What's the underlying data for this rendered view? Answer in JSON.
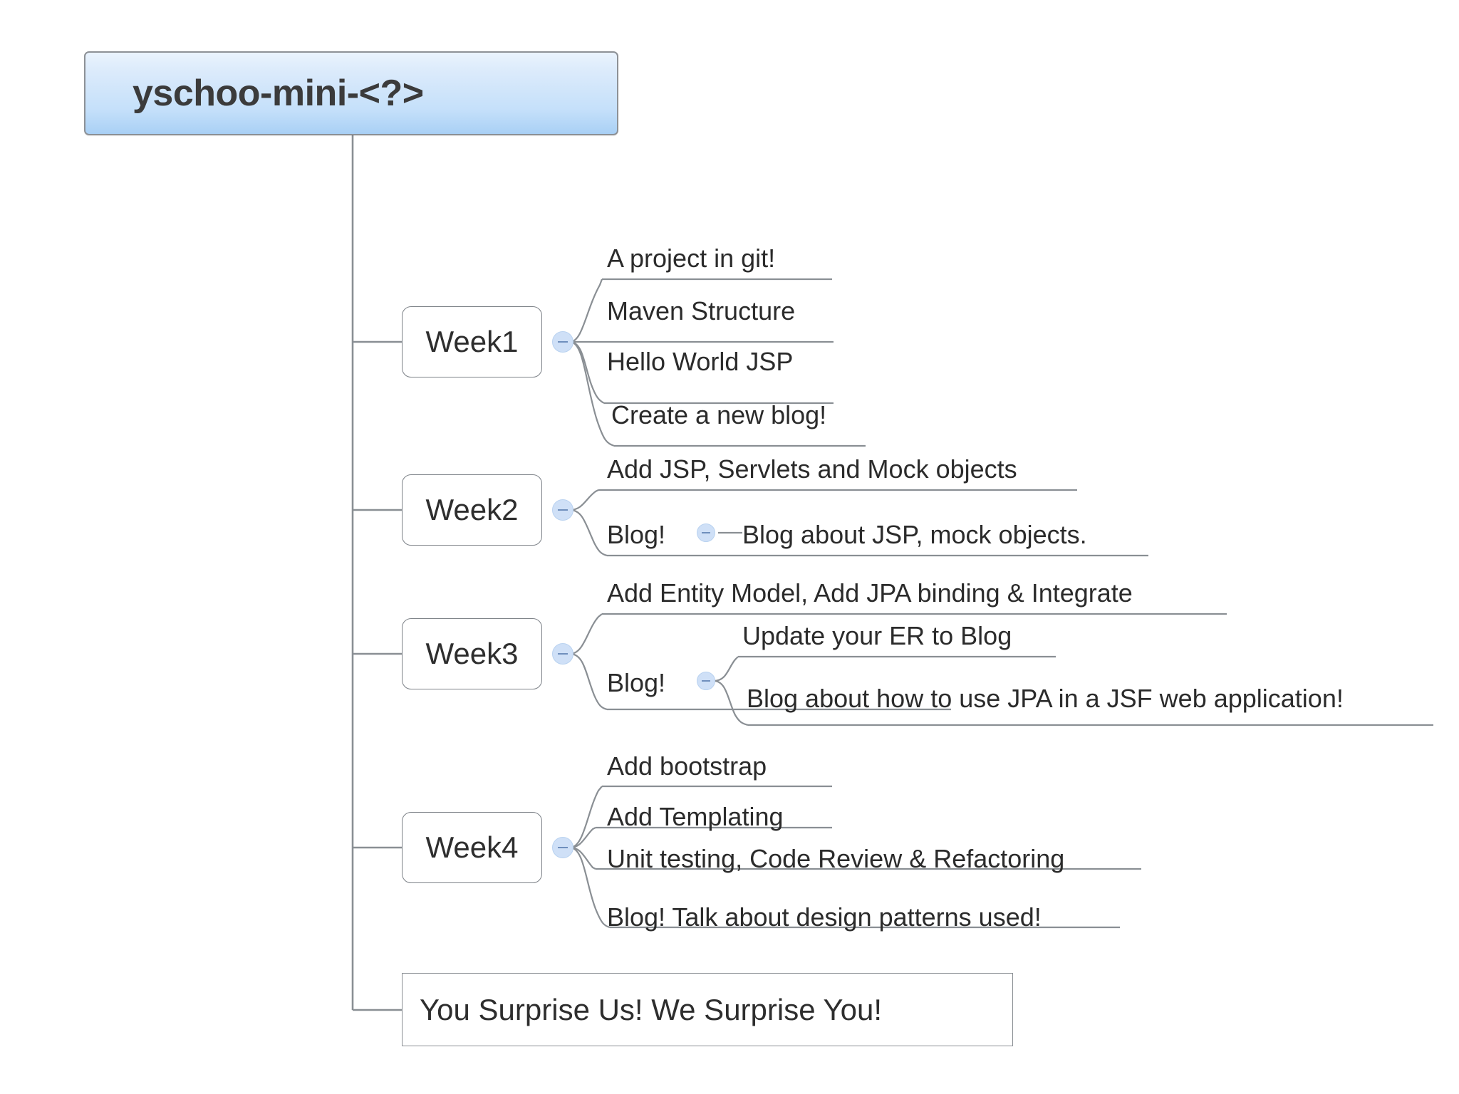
{
  "diagram": {
    "type": "mind-map",
    "title": "yschoo-mini-<?>",
    "root": {
      "label": "yschoo-mini-<?>",
      "shape": "rounded-rectangle",
      "fill": "#c5e0fa",
      "border": "#8d9196",
      "text_color": "#3b3b3b"
    },
    "branches": [
      {
        "label": "Week1",
        "toggle": "collapse-minus",
        "children": [
          {
            "label": "A project in git!"
          },
          {
            "label": "Maven Structure"
          },
          {
            "label": "Hello World JSP"
          },
          {
            "label": "Create a new blog!"
          }
        ]
      },
      {
        "label": "Week2",
        "toggle": "collapse-minus",
        "children": [
          {
            "label": "Add JSP, Servlets and Mock objects"
          },
          {
            "label": "Blog!",
            "toggle": "collapse-minus",
            "children": [
              {
                "label": "Blog about JSP, mock objects."
              }
            ]
          }
        ]
      },
      {
        "label": "Week3",
        "toggle": "collapse-minus",
        "children": [
          {
            "label": "Add Entity Model, Add JPA binding & Integrate"
          },
          {
            "label": "Blog!",
            "toggle": "collapse-minus",
            "children": [
              {
                "label": "Update your ER to Blog"
              },
              {
                "label": "Blog about how to use JPA in a JSF web application!"
              }
            ]
          }
        ]
      },
      {
        "label": "Week4",
        "toggle": "collapse-minus",
        "children": [
          {
            "label": "Add bootstrap"
          },
          {
            "label": "Add Templating"
          },
          {
            "label": "Unit testing, Code Review & Refactoring"
          },
          {
            "label": "Blog! Talk about design patterns used!"
          }
        ]
      },
      {
        "label": "You Surprise Us! We Surprise You!",
        "shape": "rectangle",
        "children": []
      }
    ],
    "colors": {
      "background": "#ffffff",
      "line": "#8a8f94",
      "toggle_fill": "#cfe0f7",
      "toggle_sign": "#6f8fbd",
      "text": "#2b2b2b"
    }
  }
}
